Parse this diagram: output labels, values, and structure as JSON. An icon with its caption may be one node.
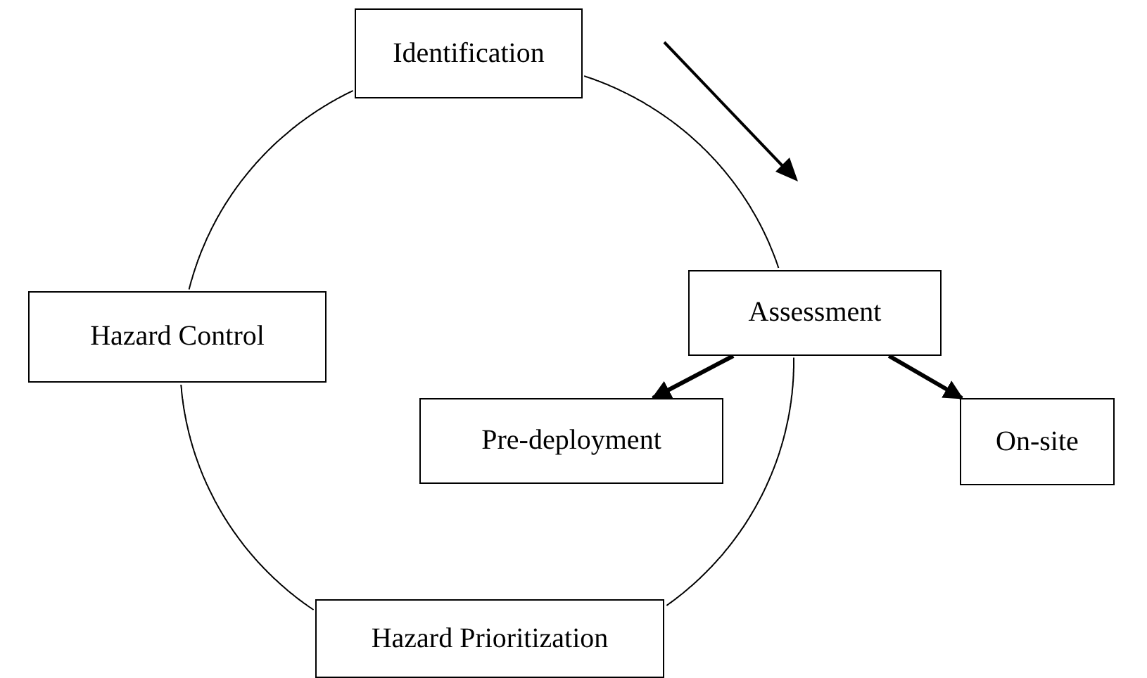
{
  "diagram": {
    "nodes": [
      {
        "text": [
          "Identification"
        ]
      },
      {
        "text": [
          "Hazard Control"
        ]
      },
      {
        "text": [
          "Assessment"
        ]
      },
      {
        "text": [
          "Pre-deployment"
        ]
      },
      {
        "text": [
          "On-site"
        ]
      },
      {
        "text": [
          "Hazard Prioritization"
        ]
      }
    ],
    "edges": [
      {
        "from": 0,
        "to": 2,
        "arrow": "none"
      },
      {
        "from": 2,
        "to": 5,
        "arrow": "none"
      },
      {
        "from": 5,
        "to": 1,
        "arrow": "none"
      },
      {
        "from": 1,
        "to": 0,
        "arrow": "none"
      },
      {
        "from": 2,
        "to": 3,
        "arrow": "to",
        "style": "thick"
      },
      {
        "from": 2,
        "to": 4,
        "arrow": "to",
        "style": "thick"
      }
    ]
  }
}
